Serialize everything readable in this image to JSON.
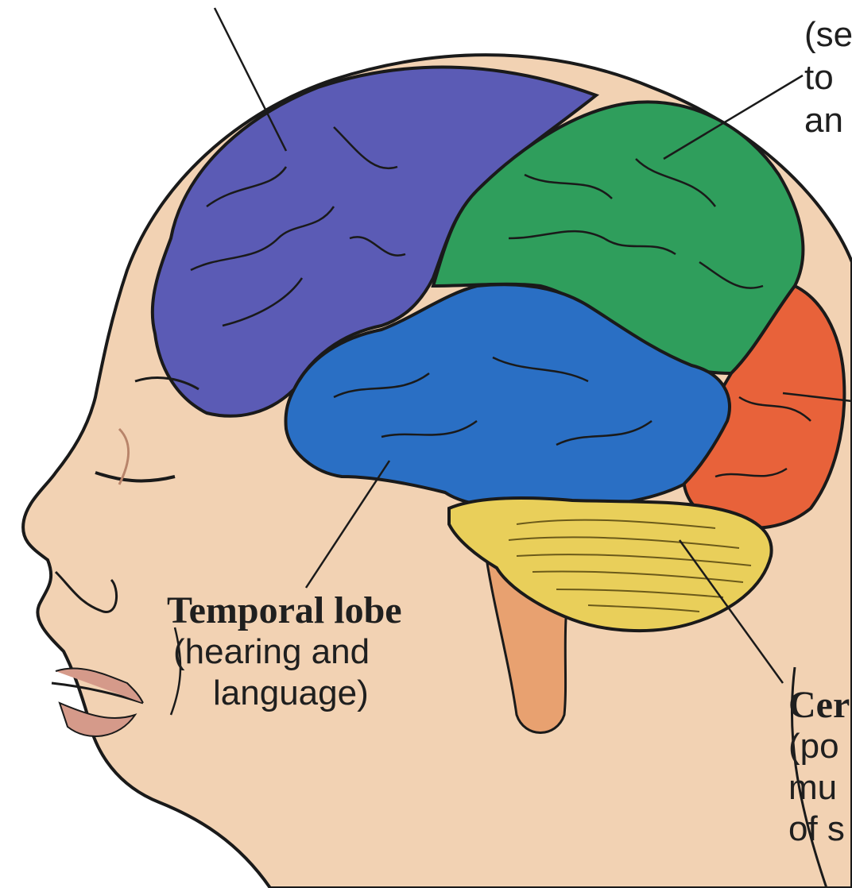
{
  "labels": {
    "temporal": {
      "title": "Temporal lobe",
      "lines": [
        "(hearing and",
        "language)"
      ]
    },
    "parietal_partial": {
      "lines": [
        "(se",
        "to",
        "an"
      ]
    },
    "cerebellum_partial": {
      "title": "Cer",
      "lines": [
        "(po",
        "mu",
        "of s"
      ]
    }
  },
  "colors": {
    "frontal": "#5b5bb5",
    "parietal": "#2f9e5c",
    "temporal": "#2a6fc4",
    "occipital": "#e8623a",
    "cerebellum": "#e9cf5a",
    "skin": "#f2d2b3",
    "outline": "#1a1a1a"
  }
}
